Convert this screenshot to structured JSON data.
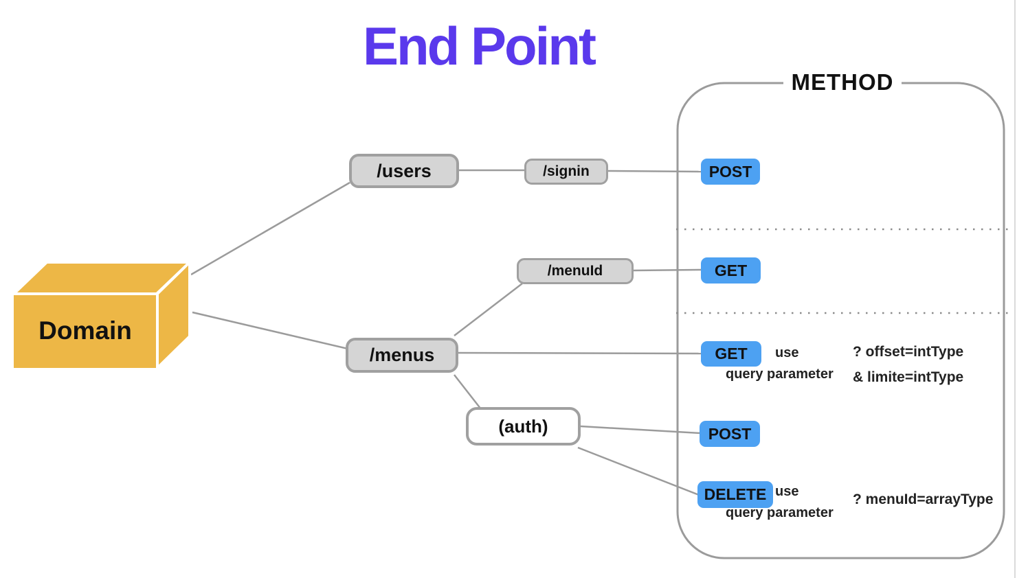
{
  "title": "End Point",
  "domain": {
    "label": "Domain"
  },
  "method_panel": {
    "label": "METHOD"
  },
  "nodes": {
    "users": "/users",
    "signin": "/signin",
    "menuId": "/menuId",
    "menus": "/menus",
    "auth": "(auth)"
  },
  "methods": {
    "users_post": "POST",
    "menuId_get": "GET",
    "menus_get": "GET",
    "menus_post": "POST",
    "menus_delete": "DELETE"
  },
  "annotations": {
    "get": {
      "use": "use",
      "query_parameter": "query parameter",
      "params_line1": "? offset=intType",
      "params_line2": "& limite=intType"
    },
    "delete": {
      "use": "use",
      "query_parameter": "query parameter",
      "params": "? menuId=arrayType"
    }
  },
  "colors": {
    "title_purple": "#5A39EC",
    "domain_yellow": "#EDB746",
    "method_blue": "#4DA1F2",
    "node_gray_fill": "#D5D5D5",
    "line_gray": "#9B9B9B"
  }
}
